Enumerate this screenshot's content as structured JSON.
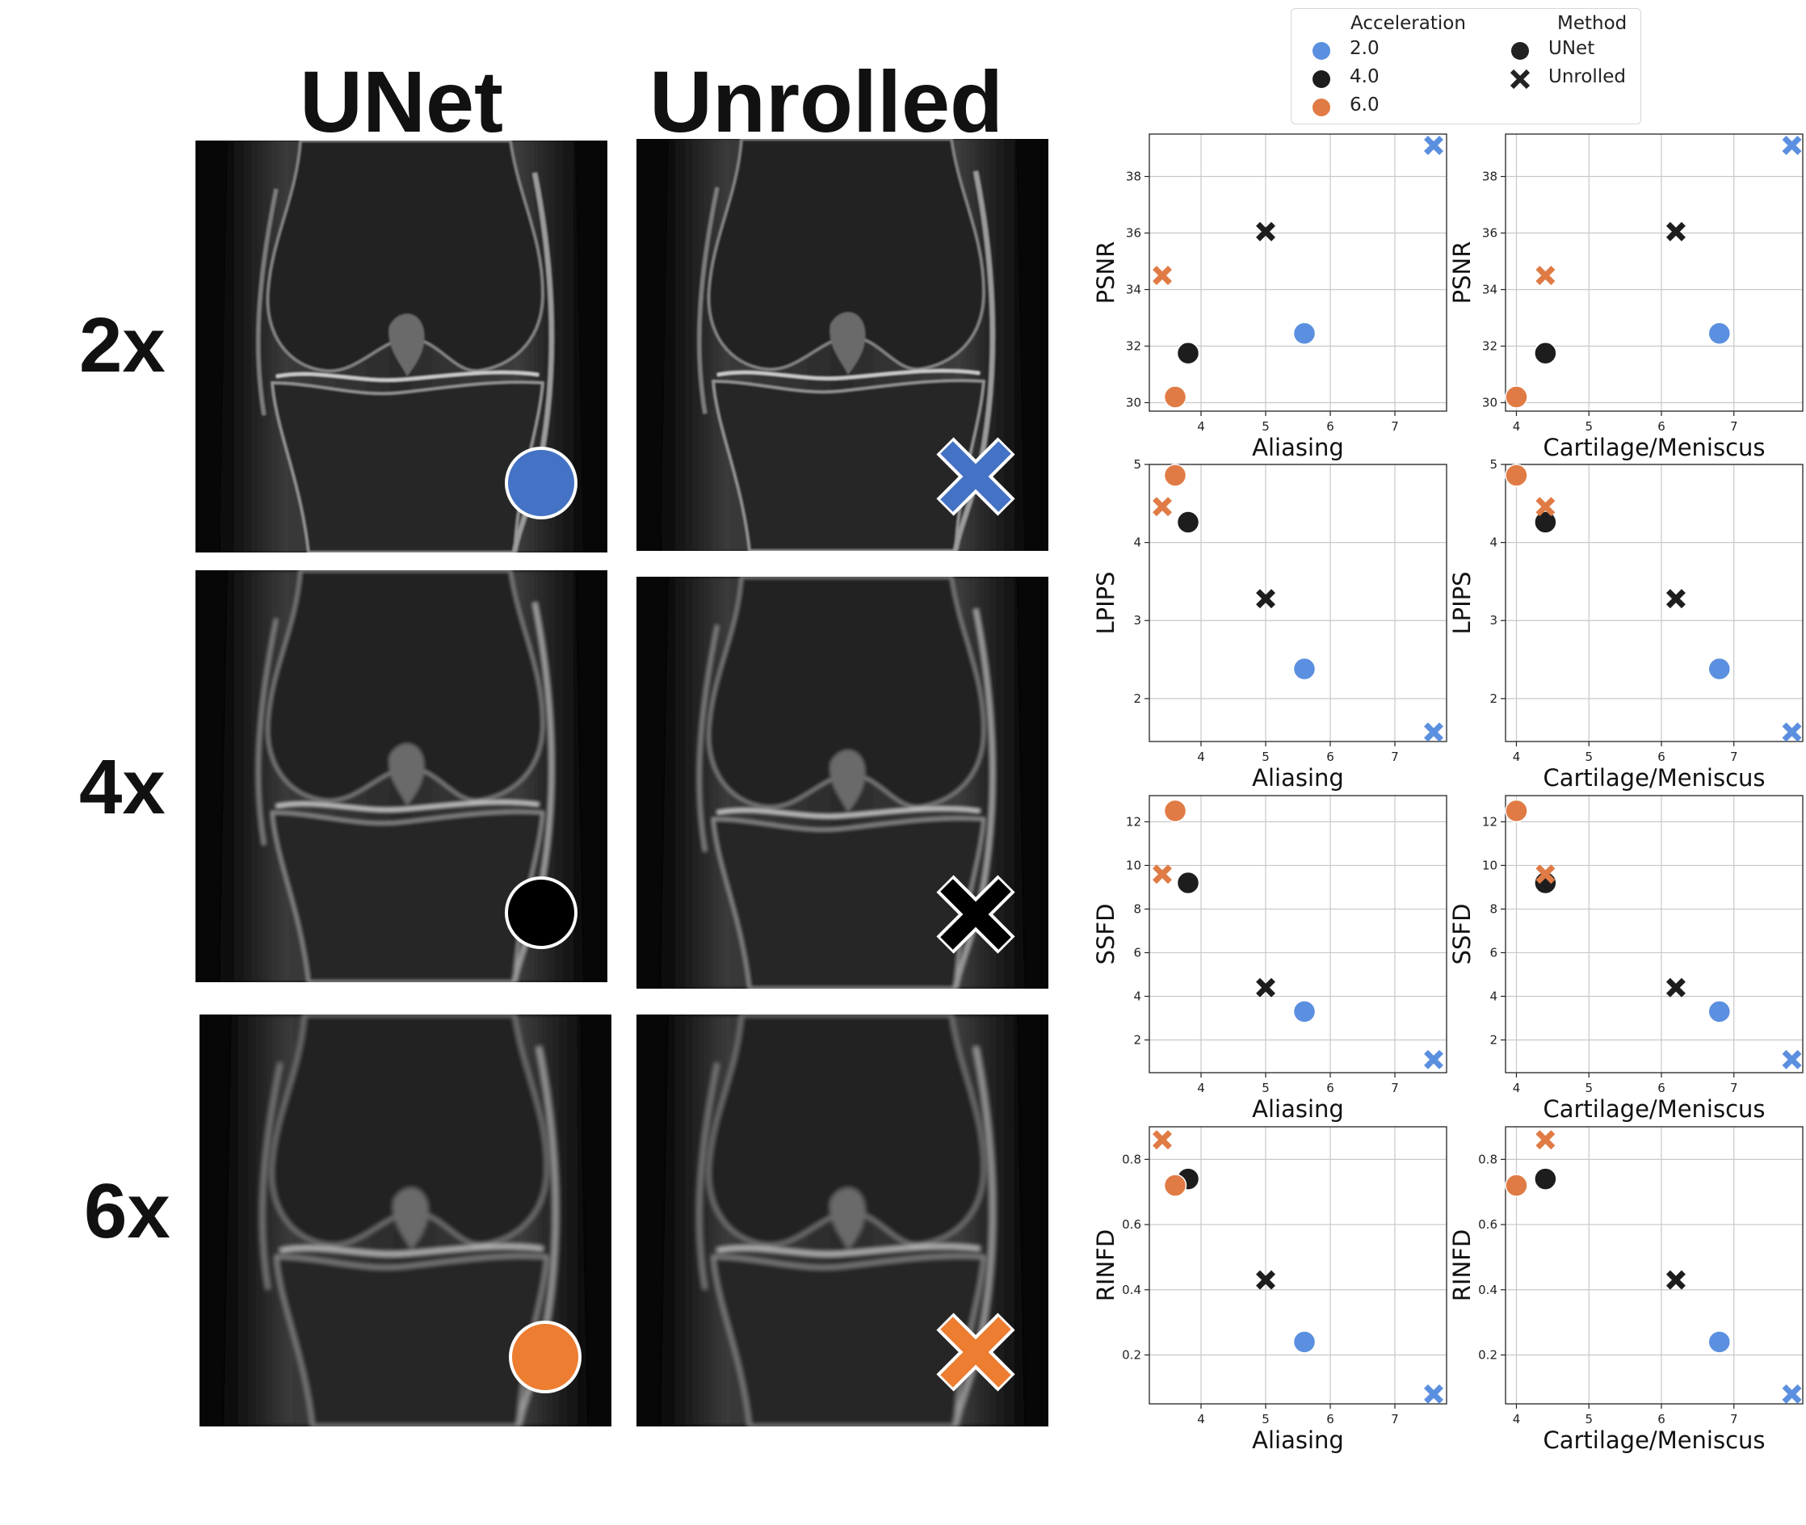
{
  "figure": {
    "column_titles": [
      "UNet",
      "Unrolled"
    ],
    "row_labels": [
      "2x",
      "4x",
      "6x"
    ],
    "colors": {
      "2.0": "#5b8fdf",
      "4.0": "#1d1d1d",
      "6.0": "#e07b45"
    },
    "panel_marker_colors": {
      "2x": "#4472c4",
      "4x": "#000000",
      "6x": "#ed7d31"
    },
    "panel_markers": [
      {
        "row": "2x",
        "method": "UNet",
        "shape": "circle-icon"
      },
      {
        "row": "2x",
        "method": "Unrolled",
        "shape": "cross-icon"
      },
      {
        "row": "4x",
        "method": "UNet",
        "shape": "circle-icon"
      },
      {
        "row": "4x",
        "method": "Unrolled",
        "shape": "cross-icon"
      },
      {
        "row": "6x",
        "method": "UNet",
        "shape": "circle-icon"
      },
      {
        "row": "6x",
        "method": "Unrolled",
        "shape": "cross-icon"
      }
    ]
  },
  "legend": {
    "acceleration_title": "Acceleration",
    "acceleration_items": [
      "2.0",
      "4.0",
      "6.0"
    ],
    "method_title": "Method",
    "method_items": [
      "UNet",
      "Unrolled"
    ],
    "placement": "top-right"
  },
  "chart_data": [
    {
      "type": "scatter",
      "xlabel": "Aliasing",
      "ylabel": "PSNR",
      "xlim": [
        3.2,
        7.8
      ],
      "ylim": [
        29.7,
        39.5
      ],
      "xticks": [
        4,
        5,
        6,
        7
      ],
      "yticks": [
        30,
        32,
        34,
        36,
        38
      ],
      "ytick_labels": [
        "30",
        "32",
        "34",
        "36",
        "38"
      ],
      "grid": true,
      "series": [
        {
          "acceleration": "2.0",
          "method": "UNet",
          "x": 5.6,
          "y": 32.45
        },
        {
          "acceleration": "2.0",
          "method": "Unrolled",
          "x": 7.6,
          "y": 39.1
        },
        {
          "acceleration": "4.0",
          "method": "UNet",
          "x": 3.8,
          "y": 31.75
        },
        {
          "acceleration": "4.0",
          "method": "Unrolled",
          "x": 5.0,
          "y": 36.05
        },
        {
          "acceleration": "6.0",
          "method": "UNet",
          "x": 3.6,
          "y": 30.2
        },
        {
          "acceleration": "6.0",
          "method": "Unrolled",
          "x": 3.4,
          "y": 34.5
        }
      ]
    },
    {
      "type": "scatter",
      "xlabel": "Cartilage/Meniscus",
      "ylabel": "PSNR",
      "xlim": [
        3.85,
        7.95
      ],
      "ylim": [
        29.7,
        39.5
      ],
      "xticks": [
        4,
        5,
        6,
        7
      ],
      "yticks": [
        30,
        32,
        34,
        36,
        38
      ],
      "ytick_labels": [
        "30",
        "32",
        "34",
        "36",
        "38"
      ],
      "grid": true,
      "series": [
        {
          "acceleration": "2.0",
          "method": "UNet",
          "x": 6.8,
          "y": 32.45
        },
        {
          "acceleration": "2.0",
          "method": "Unrolled",
          "x": 7.8,
          "y": 39.1
        },
        {
          "acceleration": "4.0",
          "method": "UNet",
          "x": 4.4,
          "y": 31.75
        },
        {
          "acceleration": "4.0",
          "method": "Unrolled",
          "x": 6.2,
          "y": 36.05
        },
        {
          "acceleration": "6.0",
          "method": "UNet",
          "x": 4.0,
          "y": 30.2
        },
        {
          "acceleration": "6.0",
          "method": "Unrolled",
          "x": 4.4,
          "y": 34.5
        }
      ]
    },
    {
      "type": "scatter",
      "xlabel": "Aliasing",
      "ylabel": "LPIPS",
      "xlim": [
        3.2,
        7.8
      ],
      "ylim": [
        1.45,
        5.0
      ],
      "xticks": [
        4,
        5,
        6,
        7
      ],
      "yticks": [
        2,
        3,
        4,
        5
      ],
      "ytick_labels": [
        "2",
        "3",
        "4",
        "5"
      ],
      "grid": true,
      "series": [
        {
          "acceleration": "2.0",
          "method": "UNet",
          "x": 5.6,
          "y": 2.38
        },
        {
          "acceleration": "2.0",
          "method": "Unrolled",
          "x": 7.6,
          "y": 1.57
        },
        {
          "acceleration": "4.0",
          "method": "UNet",
          "x": 3.8,
          "y": 4.26
        },
        {
          "acceleration": "4.0",
          "method": "Unrolled",
          "x": 5.0,
          "y": 3.28
        },
        {
          "acceleration": "6.0",
          "method": "UNet",
          "x": 3.6,
          "y": 4.86
        },
        {
          "acceleration": "6.0",
          "method": "Unrolled",
          "x": 3.4,
          "y": 4.46
        }
      ]
    },
    {
      "type": "scatter",
      "xlabel": "Cartilage/Meniscus",
      "ylabel": "LPIPS",
      "xlim": [
        3.85,
        7.95
      ],
      "ylim": [
        1.45,
        5.0
      ],
      "xticks": [
        4,
        5,
        6,
        7
      ],
      "yticks": [
        2,
        3,
        4,
        5
      ],
      "ytick_labels": [
        "2",
        "3",
        "4",
        "5"
      ],
      "grid": true,
      "series": [
        {
          "acceleration": "2.0",
          "method": "UNet",
          "x": 6.8,
          "y": 2.38
        },
        {
          "acceleration": "2.0",
          "method": "Unrolled",
          "x": 7.8,
          "y": 1.57
        },
        {
          "acceleration": "4.0",
          "method": "UNet",
          "x": 4.4,
          "y": 4.26
        },
        {
          "acceleration": "4.0",
          "method": "Unrolled",
          "x": 6.2,
          "y": 3.28
        },
        {
          "acceleration": "6.0",
          "method": "UNet",
          "x": 4.0,
          "y": 4.86
        },
        {
          "acceleration": "6.0",
          "method": "Unrolled",
          "x": 4.4,
          "y": 4.46
        }
      ]
    },
    {
      "type": "scatter",
      "xlabel": "Aliasing",
      "ylabel": "SSFD",
      "xlim": [
        3.2,
        7.8
      ],
      "ylim": [
        0.5,
        13.2
      ],
      "xticks": [
        4,
        5,
        6,
        7
      ],
      "yticks": [
        2,
        4,
        6,
        8,
        10,
        12
      ],
      "ytick_labels": [
        "2",
        "4",
        "6",
        "8",
        "10",
        "12"
      ],
      "grid": true,
      "series": [
        {
          "acceleration": "2.0",
          "method": "UNet",
          "x": 5.6,
          "y": 3.3
        },
        {
          "acceleration": "2.0",
          "method": "Unrolled",
          "x": 7.6,
          "y": 1.1
        },
        {
          "acceleration": "4.0",
          "method": "UNet",
          "x": 3.8,
          "y": 9.2
        },
        {
          "acceleration": "4.0",
          "method": "Unrolled",
          "x": 5.0,
          "y": 4.4
        },
        {
          "acceleration": "6.0",
          "method": "UNet",
          "x": 3.6,
          "y": 12.5
        },
        {
          "acceleration": "6.0",
          "method": "Unrolled",
          "x": 3.4,
          "y": 9.6
        }
      ]
    },
    {
      "type": "scatter",
      "xlabel": "Cartilage/Meniscus",
      "ylabel": "SSFD",
      "xlim": [
        3.85,
        7.95
      ],
      "ylim": [
        0.5,
        13.2
      ],
      "xticks": [
        4,
        5,
        6,
        7
      ],
      "yticks": [
        2,
        4,
        6,
        8,
        10,
        12
      ],
      "ytick_labels": [
        "2",
        "4",
        "6",
        "8",
        "10",
        "12"
      ],
      "grid": true,
      "series": [
        {
          "acceleration": "2.0",
          "method": "UNet",
          "x": 6.8,
          "y": 3.3
        },
        {
          "acceleration": "2.0",
          "method": "Unrolled",
          "x": 7.8,
          "y": 1.1
        },
        {
          "acceleration": "4.0",
          "method": "UNet",
          "x": 4.4,
          "y": 9.2
        },
        {
          "acceleration": "4.0",
          "method": "Unrolled",
          "x": 6.2,
          "y": 4.4
        },
        {
          "acceleration": "6.0",
          "method": "UNet",
          "x": 4.0,
          "y": 12.5
        },
        {
          "acceleration": "6.0",
          "method": "Unrolled",
          "x": 4.4,
          "y": 9.6
        }
      ]
    },
    {
      "type": "scatter",
      "xlabel": "Aliasing",
      "ylabel": "RINFD",
      "xlim": [
        3.2,
        7.8
      ],
      "ylim": [
        0.05,
        0.9
      ],
      "xticks": [
        4,
        5,
        6,
        7
      ],
      "yticks": [
        0.2,
        0.4,
        0.6,
        0.8
      ],
      "ytick_labels": [
        "0.2",
        "0.4",
        "0.6",
        "0.8"
      ],
      "grid": true,
      "series": [
        {
          "acceleration": "2.0",
          "method": "UNet",
          "x": 5.6,
          "y": 0.24
        },
        {
          "acceleration": "2.0",
          "method": "Unrolled",
          "x": 7.6,
          "y": 0.08
        },
        {
          "acceleration": "4.0",
          "method": "UNet",
          "x": 3.8,
          "y": 0.74
        },
        {
          "acceleration": "4.0",
          "method": "Unrolled",
          "x": 5.0,
          "y": 0.43
        },
        {
          "acceleration": "6.0",
          "method": "UNet",
          "x": 3.6,
          "y": 0.72
        },
        {
          "acceleration": "6.0",
          "method": "Unrolled",
          "x": 3.4,
          "y": 0.86
        }
      ]
    },
    {
      "type": "scatter",
      "xlabel": "Cartilage/Meniscus",
      "ylabel": "RINFD",
      "xlim": [
        3.85,
        7.95
      ],
      "ylim": [
        0.05,
        0.9
      ],
      "xticks": [
        4,
        5,
        6,
        7
      ],
      "yticks": [
        0.2,
        0.4,
        0.6,
        0.8
      ],
      "ytick_labels": [
        "0.2",
        "0.4",
        "0.6",
        "0.8"
      ],
      "grid": true,
      "series": [
        {
          "acceleration": "2.0",
          "method": "UNet",
          "x": 6.8,
          "y": 0.24
        },
        {
          "acceleration": "2.0",
          "method": "Unrolled",
          "x": 7.8,
          "y": 0.08
        },
        {
          "acceleration": "4.0",
          "method": "UNet",
          "x": 4.4,
          "y": 0.74
        },
        {
          "acceleration": "4.0",
          "method": "Unrolled",
          "x": 6.2,
          "y": 0.43
        },
        {
          "acceleration": "6.0",
          "method": "UNet",
          "x": 4.0,
          "y": 0.72
        },
        {
          "acceleration": "6.0",
          "method": "Unrolled",
          "x": 4.4,
          "y": 0.86
        }
      ]
    }
  ]
}
